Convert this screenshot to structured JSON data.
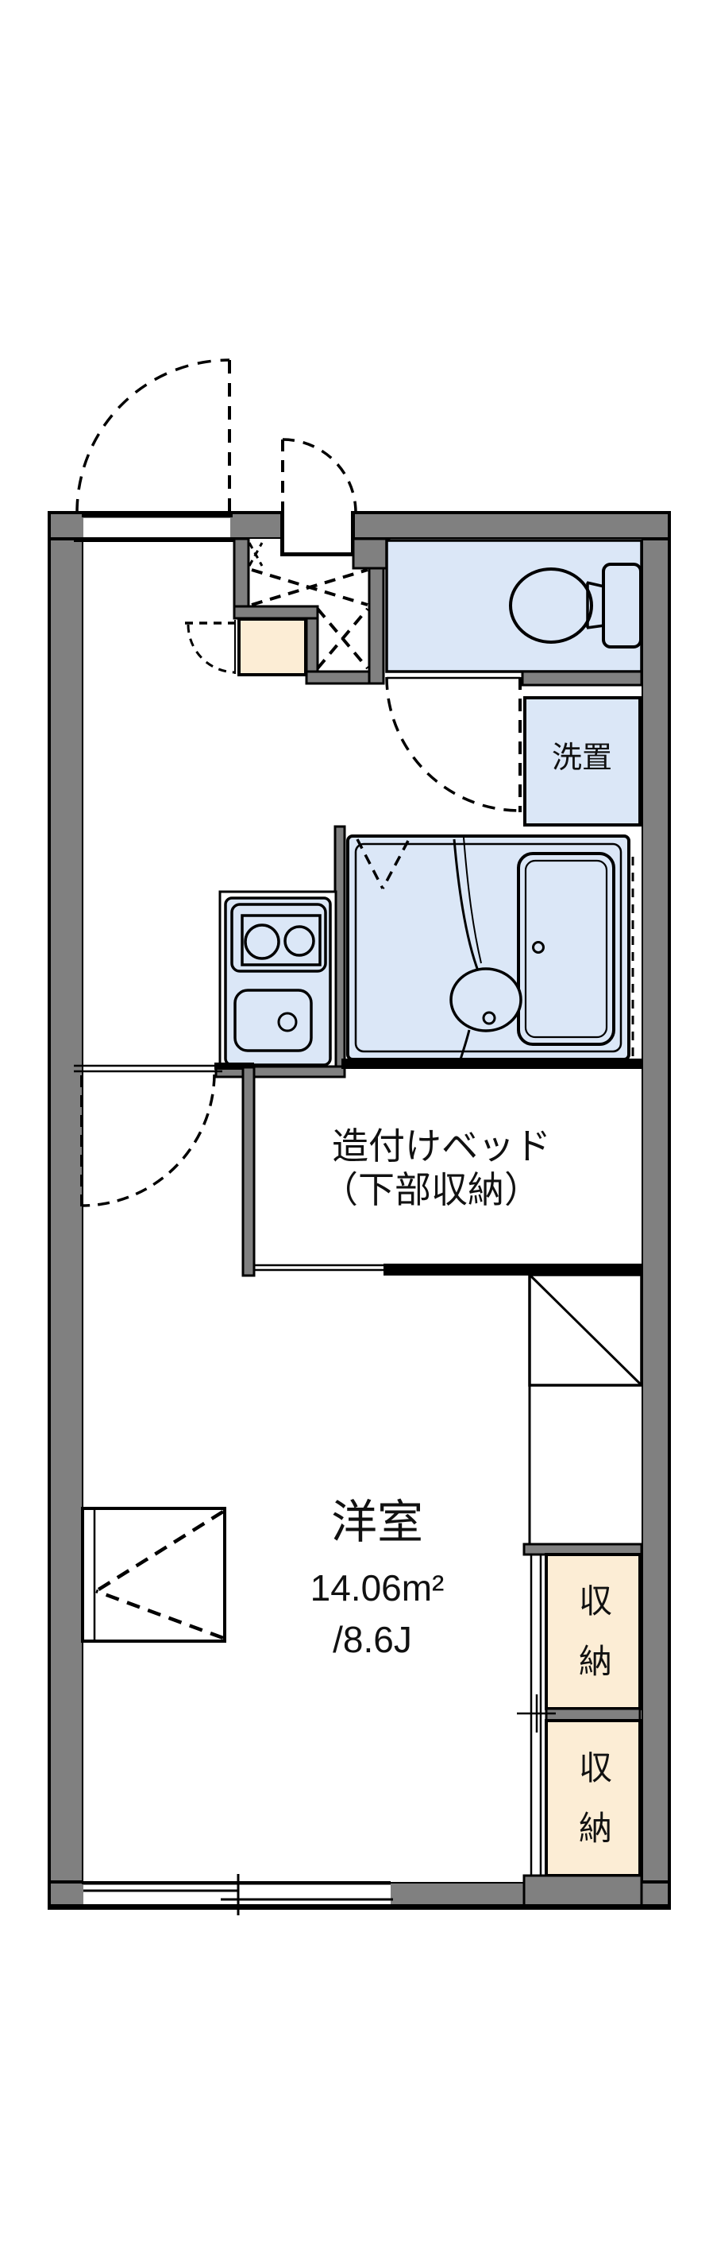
{
  "floorplan": {
    "type": "japanese-apartment-floor-plan",
    "labels": {
      "laundry": "洗置",
      "built_in_bed_line1": "造付けベッド",
      "built_in_bed_line2": "（下部収納）",
      "room_name": "洋室",
      "room_area_sqm": "14.06m²",
      "room_area_tatami": "/8.6J",
      "storage_upper": "収納",
      "storage_lower": "収納"
    },
    "colors": {
      "wall_gray": "#808080",
      "fixture_blue": "#dbe7f7",
      "storage_cream": "#fcedd5",
      "line_black": "#000000",
      "background": "#ffffff"
    }
  }
}
